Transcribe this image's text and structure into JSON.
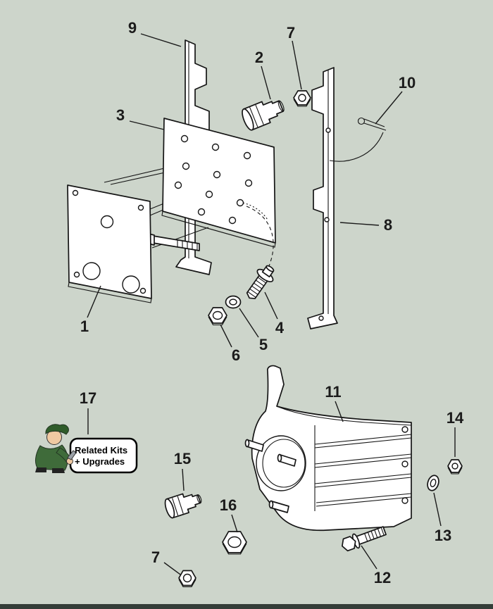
{
  "page": {
    "type": "exploded-parts-diagram",
    "colors": {
      "background": "#cdd5cb",
      "line": "#151515",
      "part_fill": "#ffffff",
      "badge_border": "#000000",
      "footer_bar": "#343d38"
    }
  },
  "callouts": [
    {
      "part": "9",
      "text": "9"
    },
    {
      "part": "7-top",
      "text": "7"
    },
    {
      "part": "2",
      "text": "2"
    },
    {
      "part": "10",
      "text": "10"
    },
    {
      "part": "3",
      "text": "3"
    },
    {
      "part": "8",
      "text": "8"
    },
    {
      "part": "1",
      "text": "1"
    },
    {
      "part": "4",
      "text": "4"
    },
    {
      "part": "5",
      "text": "5"
    },
    {
      "part": "6",
      "text": "6"
    },
    {
      "part": "17",
      "text": "17"
    },
    {
      "part": "11",
      "text": "11"
    },
    {
      "part": "14",
      "text": "14"
    },
    {
      "part": "15",
      "text": "15"
    },
    {
      "part": "16",
      "text": "16"
    },
    {
      "part": "13",
      "text": "13"
    },
    {
      "part": "12",
      "text": "12"
    },
    {
      "part": "7-bottom",
      "text": "7"
    }
  ],
  "badge": {
    "line1": "Related Kits",
    "line2": "+ Upgrades"
  }
}
